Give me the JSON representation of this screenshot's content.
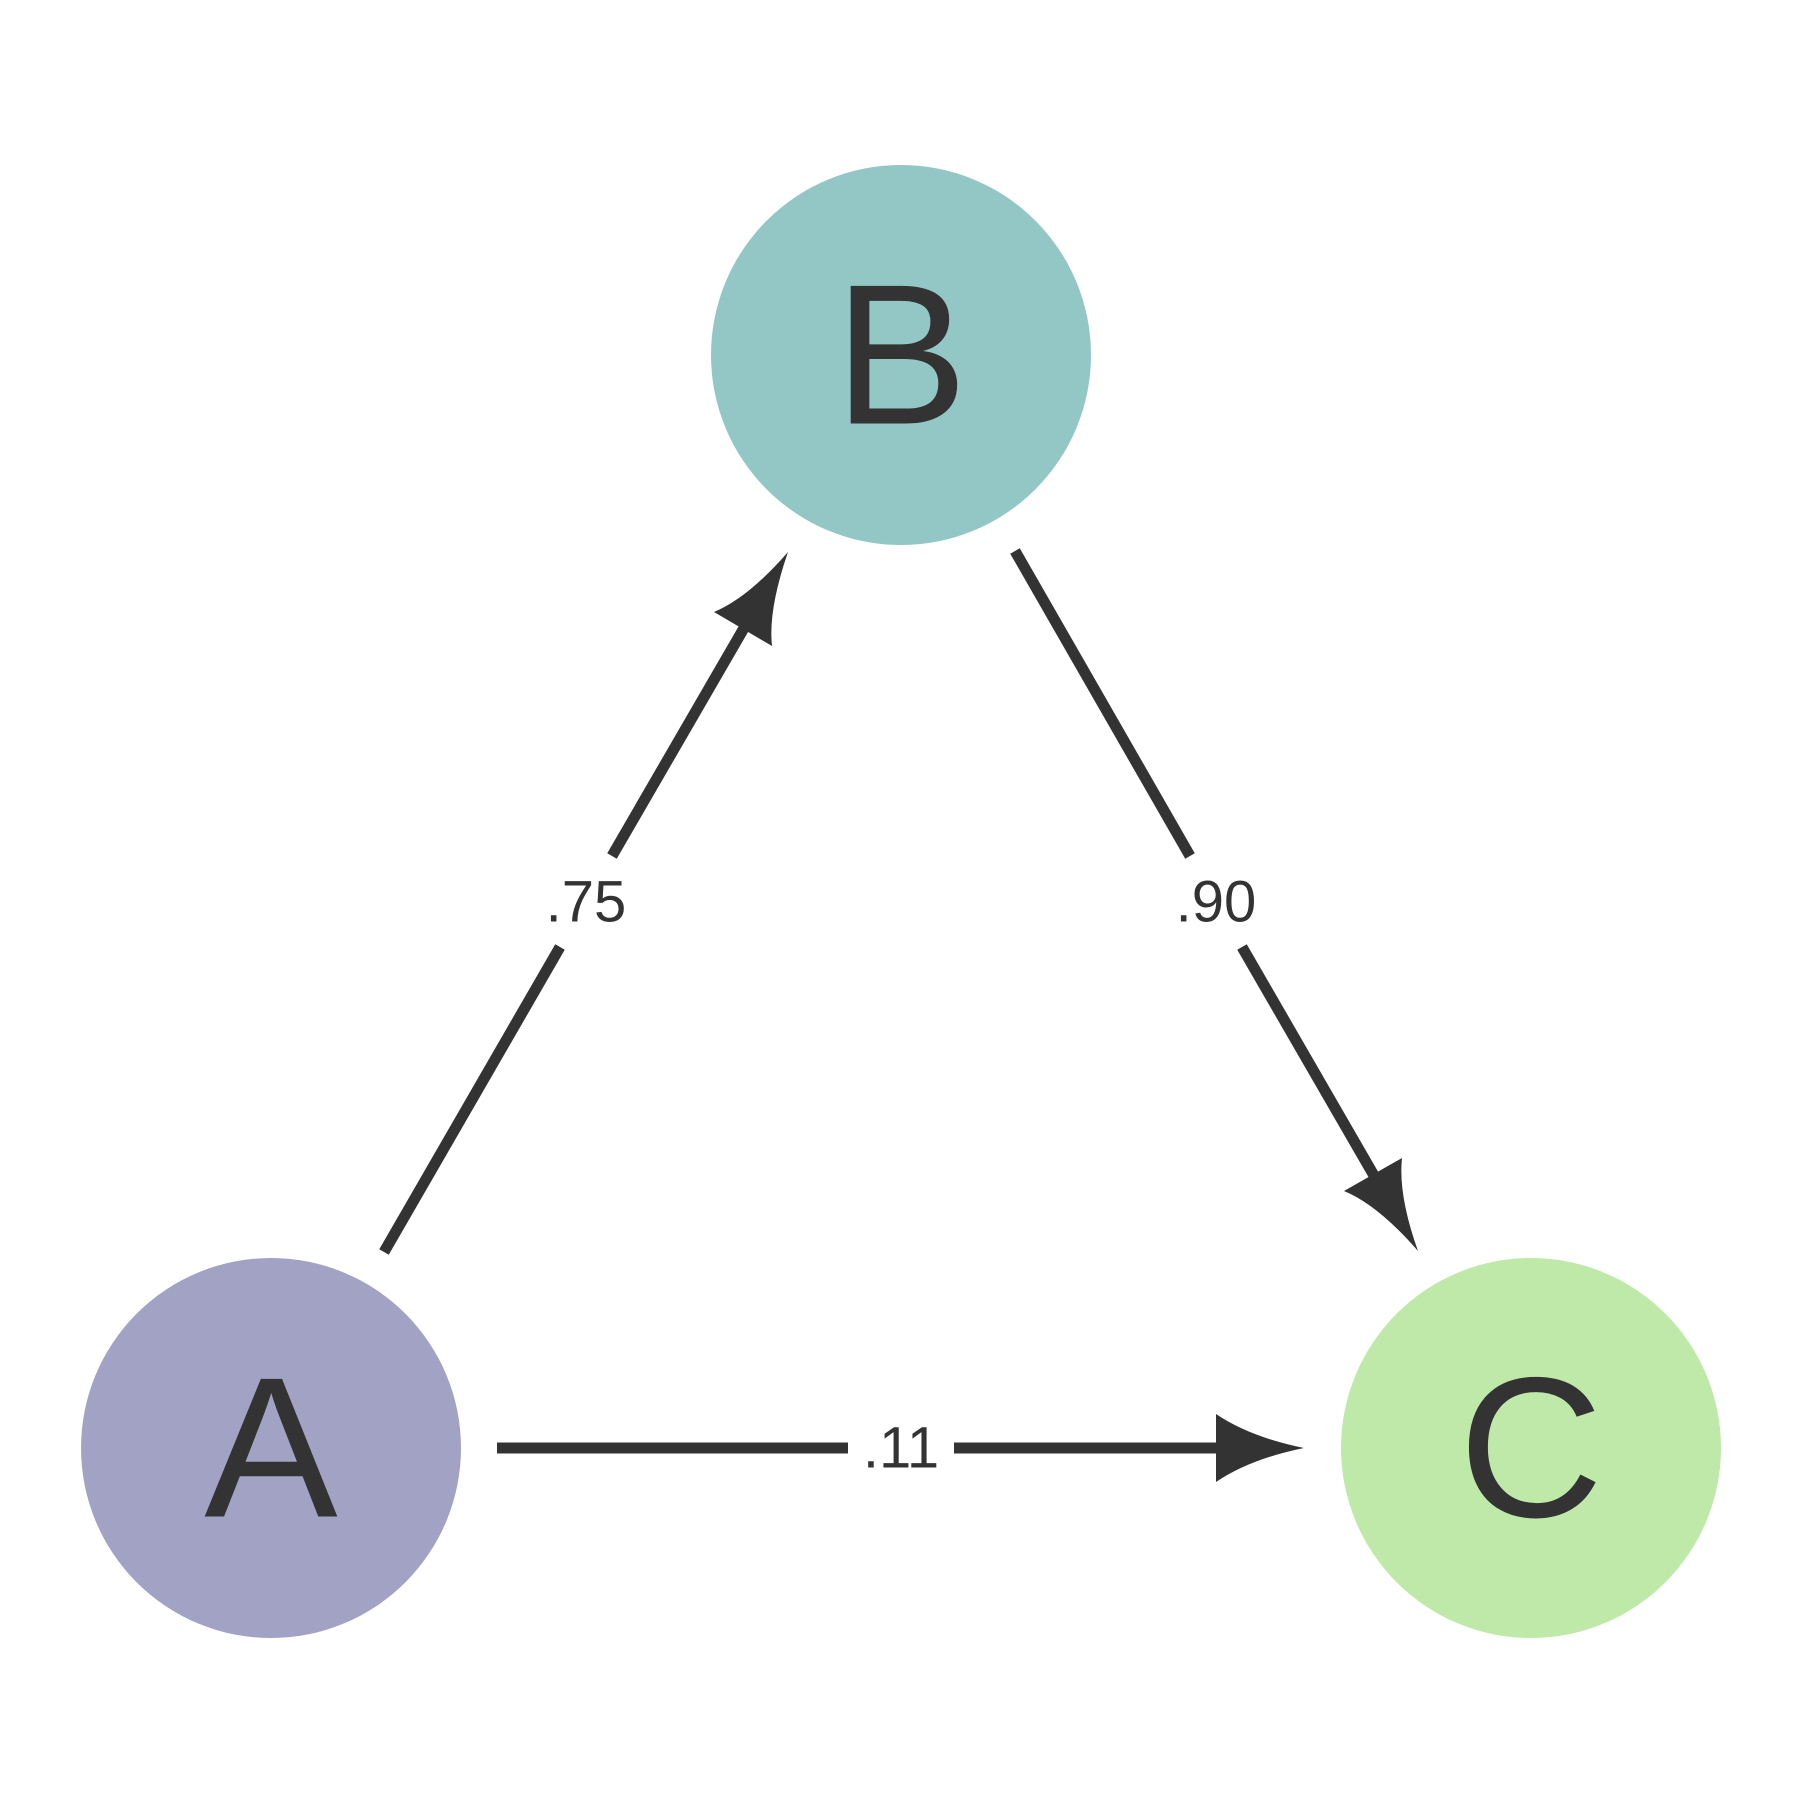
{
  "nodes": {
    "a": {
      "label": "A",
      "color": "#a2a3c4"
    },
    "b": {
      "label": "B",
      "color": "#93c7c5"
    },
    "c": {
      "label": "C",
      "color": "#bfe9a9"
    }
  },
  "edges": {
    "a_b": {
      "label": ".75"
    },
    "b_c": {
      "label": ".90"
    },
    "a_c": {
      "label": ".11"
    }
  },
  "colors": {
    "edge": "#333333",
    "label": "#333333",
    "background": "#ffffff"
  }
}
